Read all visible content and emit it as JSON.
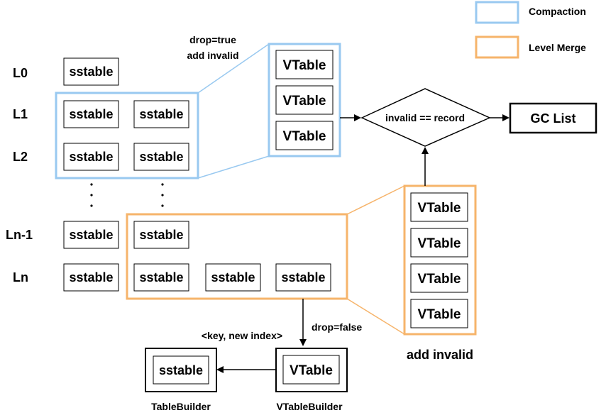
{
  "legend": {
    "compaction": "Compaction",
    "level_merge": "Level Merge",
    "compaction_color": "#99c9f0",
    "level_merge_color": "#f6b46b"
  },
  "levels": {
    "l0": "L0",
    "l1": "L1",
    "l2": "L2",
    "ln1": "Ln-1",
    "ln": "Ln"
  },
  "sstable": "sstable",
  "vtable": "VTable",
  "dots": ".\n.\n.",
  "notes": {
    "drop_true": "drop=true",
    "add_invalid_top": "add invalid",
    "drop_false": "drop=false",
    "key_new_index": "<key, new index>",
    "add_invalid_bottom": "add invalid"
  },
  "decision": "invalid == record",
  "gc_list": "GC List",
  "builders": {
    "table_builder": "TableBuilder",
    "vtable_builder": "VTableBuilder"
  }
}
